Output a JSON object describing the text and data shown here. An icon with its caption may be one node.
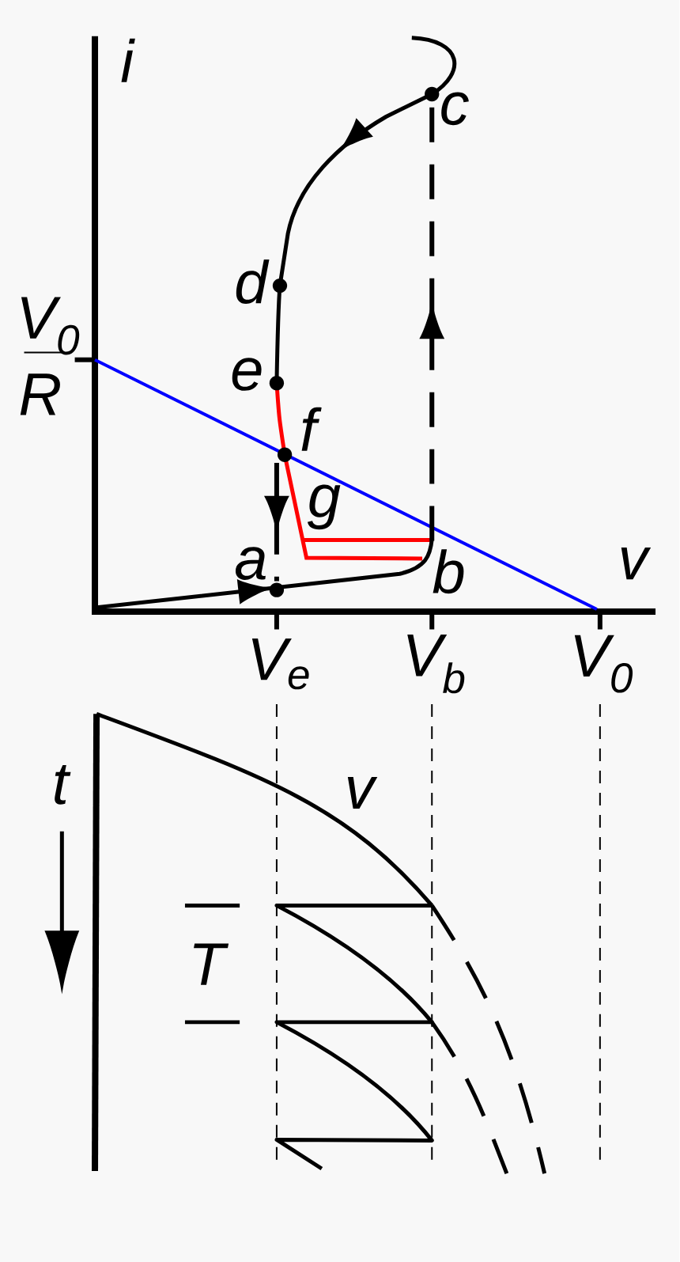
{
  "diagram": {
    "labels": [
      "i",
      "c",
      "d",
      "V$_{0}$",
      "e",
      "R",
      "f",
      "g",
      "a",
      "b",
      "v",
      "V$_{e}$",
      "V$_{b}$",
      "V$_{0}$",
      "t",
      "v",
      "T"
    ]
  }
}
